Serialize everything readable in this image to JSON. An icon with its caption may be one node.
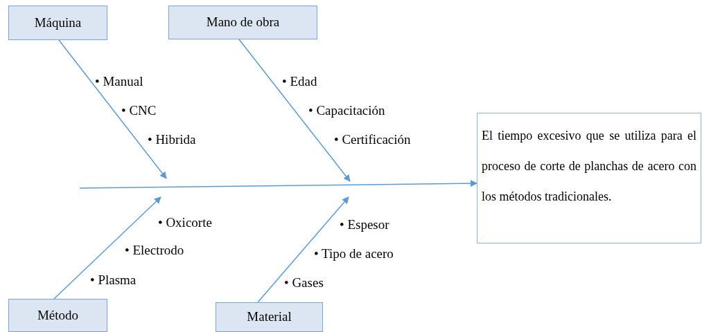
{
  "diagram": {
    "nodes": [
      {
        "text": [
          "Máquina"
        ]
      },
      {
        "text": [
          "Mano de obra"
        ]
      },
      {
        "text": [
          "Método"
        ]
      },
      {
        "text": [
          "Material"
        ]
      },
      {
        "text": [
          "El tiempo excesivo que se utiliza para el proceso de corte de planchas de acero con los métodos tradicionales."
        ]
      }
    ],
    "edges": [
      {
        "from": null,
        "to": 4,
        "arrow": "to"
      },
      {
        "from": 0,
        "to": null,
        "arrow": "to"
      },
      {
        "from": 1,
        "to": null,
        "arrow": "to"
      },
      {
        "from": 2,
        "to": null,
        "arrow": "to"
      },
      {
        "from": 3,
        "to": null,
        "arrow": "to"
      }
    ],
    "labels": [
      "• Manual",
      "• Edad",
      "• CNC",
      "• Capacitación",
      "• Hibrida",
      "• Certificación",
      "• Oxicorte",
      "• Espesor",
      "• Electrodo",
      "• Tipo de acero",
      "• Plasma",
      "• Gases"
    ]
  }
}
